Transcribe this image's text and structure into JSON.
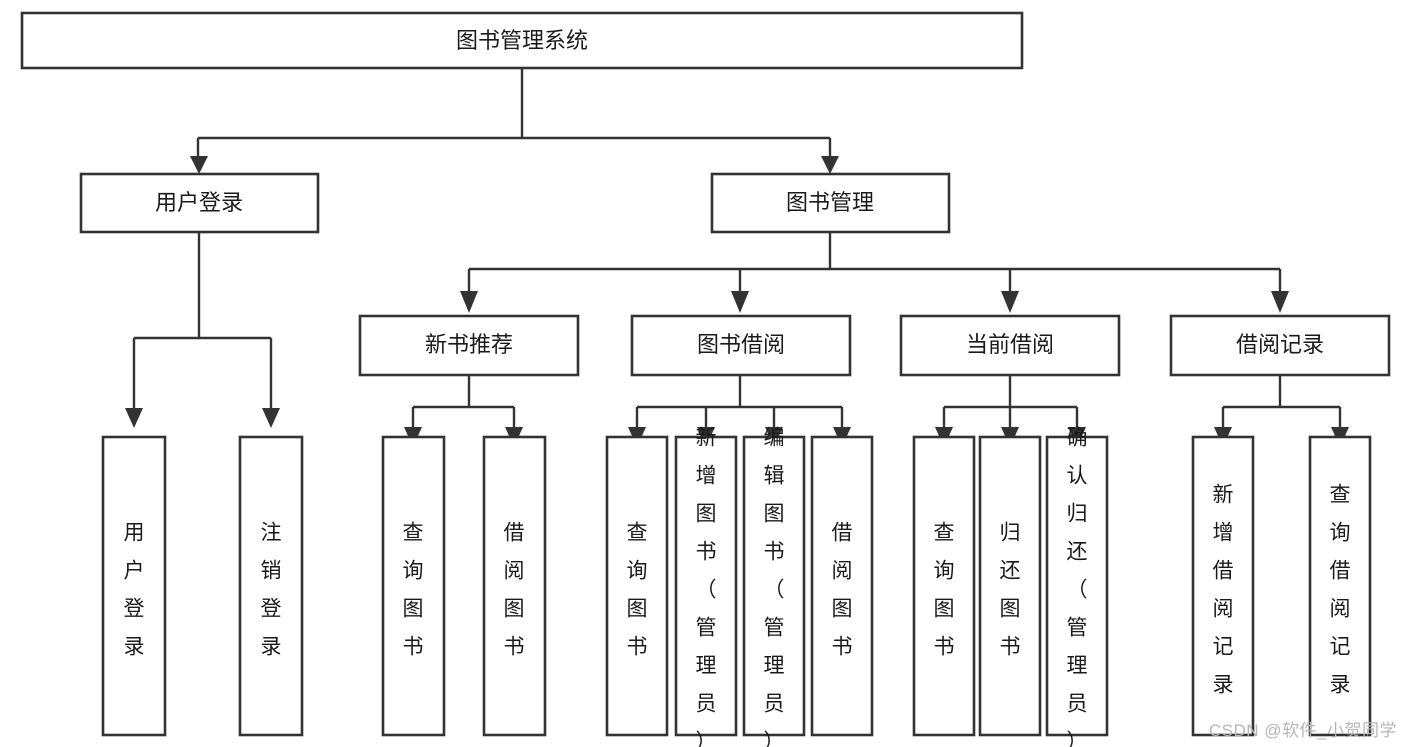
{
  "diagram": {
    "type": "tree-hierarchy",
    "title": "图书管理系统",
    "orientation": "top-down",
    "colors": {
      "box_fill": "#ffffff",
      "box_stroke": "#333333",
      "text": "#1a1a1a",
      "watermark": "#b6b6b6",
      "background": "#ffffff"
    },
    "root": {
      "id": "root",
      "label": "图书管理系统"
    },
    "level2": [
      {
        "id": "user-login",
        "label": "用户登录"
      },
      {
        "id": "book-management",
        "label": "图书管理"
      }
    ],
    "level3": [
      {
        "id": "new-book-recommend",
        "label": "新书推荐",
        "parent": "book-management"
      },
      {
        "id": "book-borrow",
        "label": "图书借阅",
        "parent": "book-management"
      },
      {
        "id": "current-borrow",
        "label": "当前借阅",
        "parent": "book-management"
      },
      {
        "id": "borrow-record",
        "label": "借阅记录",
        "parent": "book-management"
      }
    ],
    "leaves": {
      "user-login": [
        {
          "id": "leaf-user-login",
          "label": "用户登录"
        },
        {
          "id": "leaf-logout-login",
          "label": "注销登录"
        }
      ],
      "new-book-recommend": [
        {
          "id": "leaf-query-book-1",
          "label": "查询图书"
        },
        {
          "id": "leaf-borrow-book-1",
          "label": "借阅图书"
        }
      ],
      "book-borrow": [
        {
          "id": "leaf-query-book-2",
          "label": "查询图书"
        },
        {
          "id": "leaf-add-book",
          "label": "新增图书（管理员）"
        },
        {
          "id": "leaf-edit-book",
          "label": "编辑图书（管理员）"
        },
        {
          "id": "leaf-borrow-book-2",
          "label": "借阅图书"
        }
      ],
      "current-borrow": [
        {
          "id": "leaf-query-book-3",
          "label": "查询图书"
        },
        {
          "id": "leaf-return-book",
          "label": "归还图书"
        },
        {
          "id": "leaf-confirm-return",
          "label": "确认归还（管理员）"
        }
      ],
      "borrow-record": [
        {
          "id": "leaf-add-record",
          "label": "新增借阅记录"
        },
        {
          "id": "leaf-query-record",
          "label": "查询借阅记录"
        }
      ]
    }
  },
  "watermark": {
    "text": "CSDN @软件_小贺同学"
  }
}
